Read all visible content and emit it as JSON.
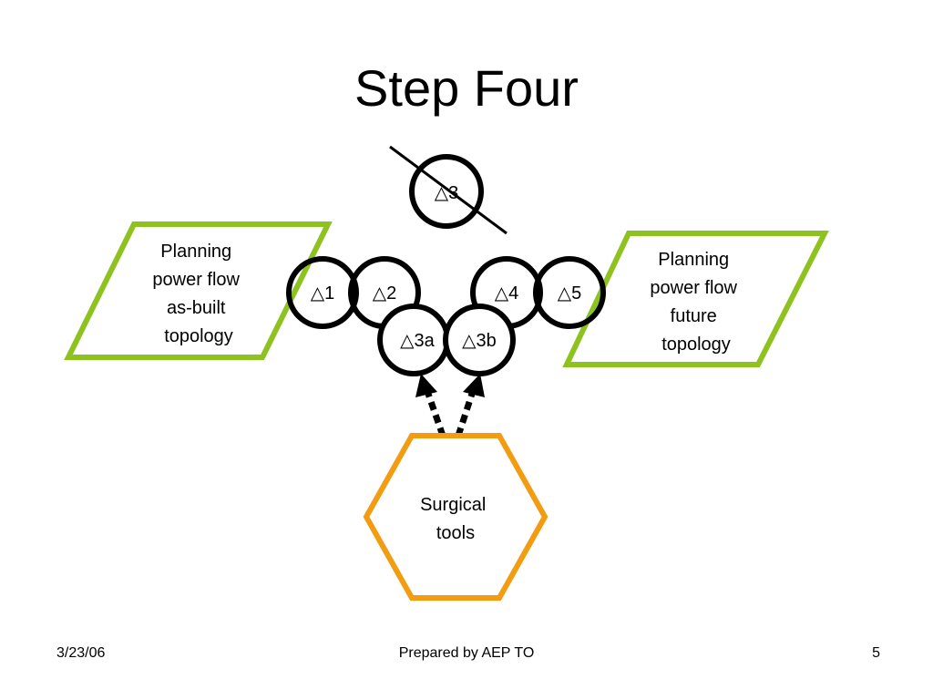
{
  "slide": {
    "title": "Step Four"
  },
  "diagram": {
    "left_box": [
      "Planning",
      "power flow",
      "as-built",
      "topology"
    ],
    "right_box": [
      "Planning",
      "power flow",
      "future",
      "topology"
    ],
    "tools_box": [
      "Surgical",
      "tools"
    ],
    "circles": {
      "removed": "△3",
      "d1": "△1",
      "d2": "△2",
      "d3a": "△3a",
      "d3b": "△3b",
      "d4": "△4",
      "d5": "△5"
    },
    "colors": {
      "planning_border": "#8dc21f",
      "tools_border": "#f39c12",
      "circle_stroke": "#000000",
      "strike_line": "#000000",
      "arrow": "#000000"
    },
    "icons": {
      "crossed_circle": "strike-through-line",
      "arrowheads": "triangle-arrowhead"
    }
  },
  "footer": {
    "date": "3/23/06",
    "center": "Prepared by AEP TO",
    "page": "5"
  }
}
